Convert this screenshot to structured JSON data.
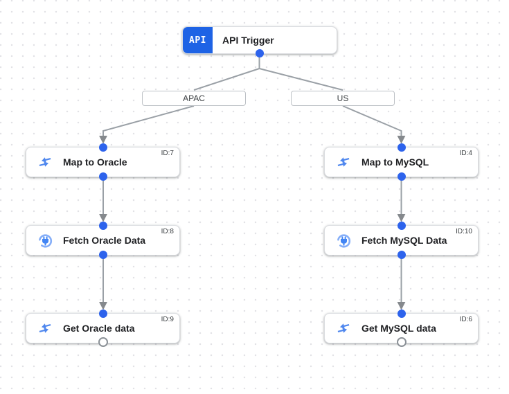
{
  "colors": {
    "api_badge_bg": "#1e63e5",
    "connection_dot_blue": "#2d63ec",
    "edge_gray": "#9aa0a6",
    "node_border": "#dadce0",
    "mapping_icon_blue": "#4f87ee",
    "connector_ring_blue": "#85aef8",
    "connector_plug_blue": "#4285f4"
  },
  "trigger": {
    "badge": "API",
    "label": "API Trigger"
  },
  "branches": [
    {
      "label": "APAC"
    },
    {
      "label": "US"
    }
  ],
  "nodes": [
    {
      "label": "Map to Oracle",
      "id_label": "ID:7",
      "icon": "data-mapping-icon"
    },
    {
      "label": "Fetch Oracle Data",
      "id_label": "ID:8",
      "icon": "connector-icon"
    },
    {
      "label": "Get Oracle data",
      "id_label": "ID:9",
      "icon": "data-mapping-icon"
    },
    {
      "label": "Map to MySQL",
      "id_label": "ID:4",
      "icon": "data-mapping-icon"
    },
    {
      "label": "Fetch MySQL Data",
      "id_label": "ID:10",
      "icon": "connector-icon"
    },
    {
      "label": "Get MySQL data",
      "id_label": "ID:6",
      "icon": "data-mapping-icon"
    }
  ]
}
